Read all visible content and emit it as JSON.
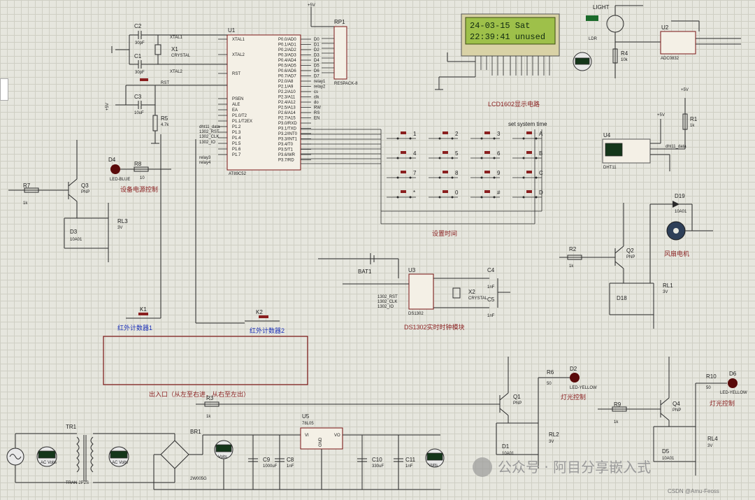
{
  "lcd": {
    "line1": "24-03-15  Sat",
    "line2": "22:39:41  unused",
    "title": "LCD1602显示电路"
  },
  "mcu": {
    "ref": "U1",
    "part": "AT89C52",
    "left_pins": [
      "XTAL1",
      "XTAL2",
      "RST",
      "PSEN",
      "ALE",
      "EA",
      "P1.0/T2",
      "P1.1/T2EX",
      "P1.2",
      "P1.3",
      "P1.4",
      "P1.5",
      "P1.6",
      "P1.7"
    ],
    "right_pins": [
      "P0.0/AD0",
      "P0.1/AD1",
      "P0.2/AD2",
      "P0.3/AD3",
      "P0.4/AD4",
      "P0.5/AD5",
      "P0.6/AD6",
      "P0.7/AD7",
      "P2.0/A8",
      "P2.1/A9",
      "P2.2/A10",
      "P2.3/A11",
      "P2.4/A12",
      "P2.5/A13",
      "P2.6/A14",
      "P2.7/A15",
      "P3.0/RXD",
      "P3.1/TXD",
      "P3.2/INT0",
      "P3.3/INT1",
      "P3.4/T0",
      "P3.5/T1",
      "P3.6/WR",
      "P3.7/RD"
    ],
    "left_nets": [
      "dht11_data",
      "1302_RST",
      "1302_CLK",
      "1302_IO",
      "relay3",
      "relay4"
    ],
    "right_nets": [
      "D0",
      "D1",
      "D2",
      "D3",
      "D4",
      "D5",
      "D6",
      "D7",
      "relay1",
      "relay2",
      "cs",
      "clk",
      "do",
      "RW",
      "RS",
      "EN"
    ]
  },
  "labels": {
    "rp1": "RP1",
    "respack": "RESPACK-8",
    "c2": "C2",
    "c1": "C1",
    "c3": "C3",
    "cap30": "30pF",
    "x1": "X1",
    "crystal": "CRYSTAL",
    "rst": "RST",
    "r5": "R5",
    "r5v": "4.7k",
    "c3v": "10uF",
    "plus5v": "+5V",
    "set_time_en": "set system time",
    "set_time_cn": "设置时间",
    "d4": "D4",
    "ledblue": "LED-BLUE",
    "r8": "R8",
    "r8v": "10",
    "dev_power": "设备电源控制",
    "r7": "R7",
    "r7v": "1k",
    "q3": "Q3",
    "pnp": "PNP",
    "rl3": "RL3",
    "v3": "3V",
    "d3": "D3",
    "d10a01": "10A01",
    "light": "LIGHT",
    "ldr": "LDR",
    "r4": "R4",
    "r4v": "10k",
    "u2": "U2",
    "adc": "ADC0832",
    "u4": "U4",
    "dht11": "DHT11",
    "dht11_data": "dht11_data",
    "r1": "R1",
    "r1v": "1k",
    "d19": "D19",
    "fan": "风扇电机",
    "q2": "Q2",
    "r2": "R2",
    "r2v": "1k",
    "rl1": "RL1",
    "d18": "D18",
    "bat1": "BAT1",
    "u3": "U3",
    "ds1302": "DS1302",
    "x2": "X2",
    "c4": "C4",
    "c5": "C5",
    "c4v": "1nF",
    "clock_module": "DS1302实时时钟模块",
    "k1": "K1",
    "k2": "K2",
    "ir1": "红外计数器1",
    "ir2": "红外计数器2",
    "door": "出入口（从左至右进，从右至左出）",
    "q1": "Q1",
    "r6": "R6",
    "r6v": "50",
    "d2": "D2",
    "ledyellow": "LED-YELLOW",
    "light_ctrl": "灯光控制",
    "r3": "R3",
    "r3v": "1k",
    "rl2": "RL2",
    "d1": "D1",
    "r10": "R10",
    "d6": "D6",
    "r9": "R9",
    "r9v": "1k",
    "q4": "Q4",
    "rl4": "RL4",
    "d5": "D5",
    "tr1": "TR1",
    "tran": "TRAN-2P2S",
    "br1": "BR1",
    "bridge": "2W005G",
    "u5": "U5",
    "reg": "78L05",
    "vi": "VI",
    "vo": "VO",
    "gnd": "GND",
    "c9": "C9",
    "c9v": "1000uF",
    "c8": "C8",
    "c8v": "1nF",
    "c10": "C10",
    "c10v": "330uF",
    "c11": "C11",
    "c11v": "1nF",
    "meter_ac": "AC Volts",
    "meter_dc": "Volts"
  },
  "keypad": [
    "1",
    "2",
    "3",
    "A",
    "4",
    "5",
    "6",
    "B",
    "7",
    "8",
    "9",
    "C",
    "*",
    "0",
    "#",
    "D"
  ],
  "watermark": "公众号 · 阿目分享嵌入式",
  "credit": "CSDN @Amu-Feoss"
}
